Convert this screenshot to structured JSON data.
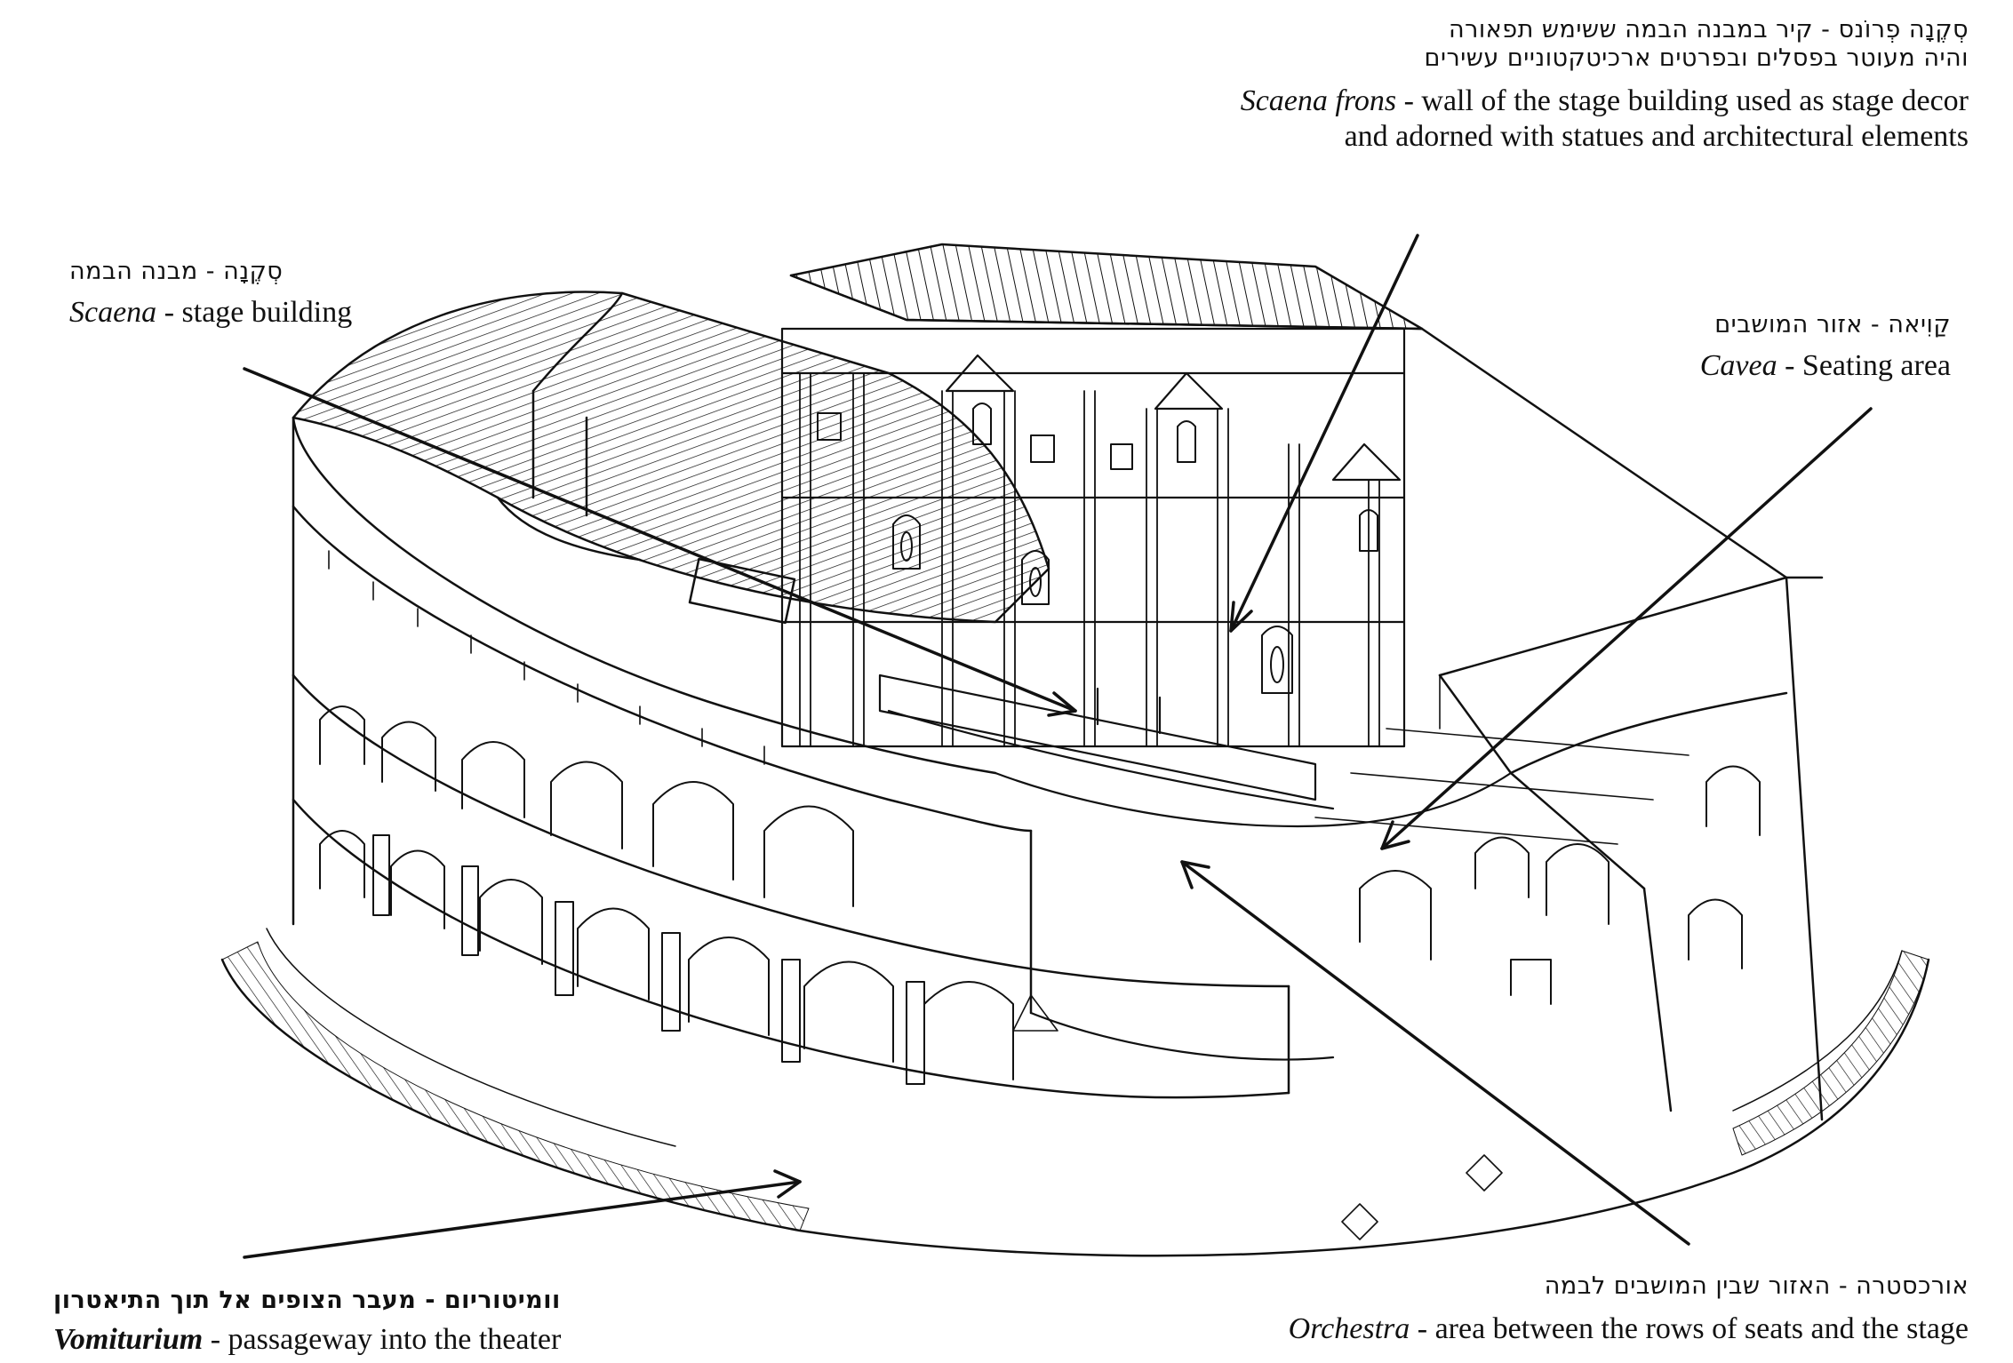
{
  "colors": {
    "ink": "#111111",
    "paper": "#ffffff"
  },
  "labels": {
    "scaena_frons": {
      "he_line1": "סְקֶנָה פְרוֹנס - קיר במבנה הבמה ששימש תפאורה",
      "he_line2": "והיה מעוטר בפסלים ובפרטים ארכיטקטוניים עשירים",
      "term": "Scaena frons",
      "en_line1": " - wall of the stage building used as stage decor",
      "en_line2": "and adorned with statues and architectural elements"
    },
    "scaena": {
      "he": "סְקֶנָה - מבנה הבמה",
      "term": "Scaena",
      "en": " - stage building"
    },
    "cavea": {
      "he": "קַוִיאה - אזור המושבים",
      "term": "Cavea",
      "en": " - Seating area"
    },
    "vomiturium": {
      "he": "וומיטוריום - מעבר הצופים אל תוך התיאטרון",
      "term": "Vomiturium",
      "en": " - passageway into the theater"
    },
    "orchestra": {
      "he": "אורכסטרה - האזור שבין המושבים לבמה",
      "term": "Orchestra",
      "en": " - area between the rows of seats and the stage"
    }
  }
}
